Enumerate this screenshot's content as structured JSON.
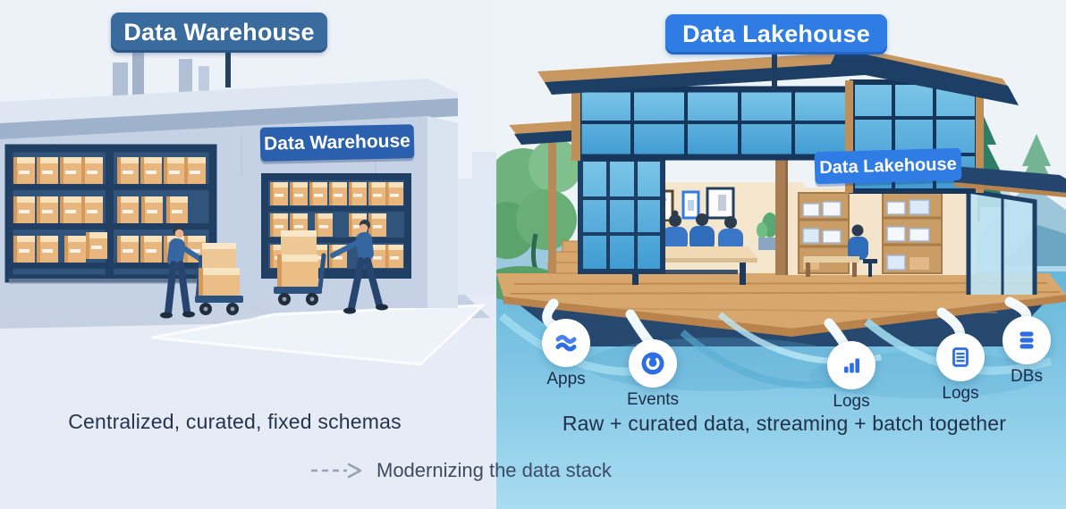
{
  "header": {
    "left_badge": "Data Warehouse",
    "right_badge": "Data Lakehouse"
  },
  "left_panel": {
    "building_sign": "Data Warehouse",
    "caption": "Centralized, curated, fixed schemas"
  },
  "right_panel": {
    "building_sign": "Data Lakehouse",
    "caption": "Raw + curated data, streaming + batch together",
    "sources": [
      {
        "label": "Apps",
        "icon": "waves-stack-icon"
      },
      {
        "label": "Events",
        "icon": "open-ring-icon"
      },
      {
        "label": "Logs",
        "icon": "bar-chart-icon"
      },
      {
        "label": "Logs",
        "icon": "log-document-icon"
      },
      {
        "label": "DBs",
        "icon": "database-stack-icon"
      }
    ]
  },
  "footer": {
    "caption": "Modernizing the data stack"
  },
  "colors": {
    "warehouse_badge_blue": "#3a6b9f",
    "warehouse_sign_blue": "#2a60ae",
    "lakehouse_blue": "#2e7ce4",
    "icon_glyph_blue": "#2e6de4",
    "caption_text": "#26354e",
    "left_background": "#edf1f8",
    "water_blue": "#7cc4e2",
    "deck_wood": "#d8a76d"
  }
}
